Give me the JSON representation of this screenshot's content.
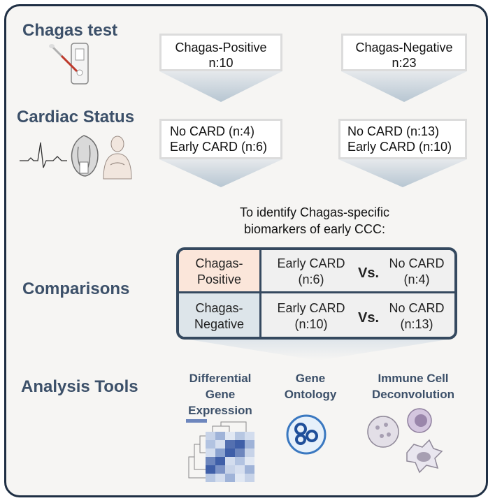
{
  "headings": {
    "chagas_test": "Chagas test",
    "cardiac_status": "Cardiac Status",
    "comparisons": "Comparisons",
    "analysis_tools": "Analysis Tools"
  },
  "groups": {
    "positive": {
      "label": "Chagas-Positive",
      "n": "n:10",
      "no_card": "No CARD (n:4)",
      "early_card": "Early CARD (n:6)"
    },
    "negative": {
      "label": "Chagas-Negative",
      "n": "n:23",
      "no_card": "No CARD (n:13)",
      "early_card": "Early CARD (n:10)"
    }
  },
  "intro": {
    "line1": "To identify Chagas-specific",
    "line2": "biomarkers of early CCC:"
  },
  "comparison_table": {
    "vs": "Vs.",
    "rows": [
      {
        "group_line1": "Chagas-",
        "group_line2": "Positive",
        "a_line1": "Early CARD",
        "a_line2": "(n:6)",
        "b_line1": "No CARD",
        "b_line2": "(n:4)"
      },
      {
        "group_line1": "Chagas-",
        "group_line2": "Negative",
        "a_line1": "Early CARD",
        "a_line2": "(n:10)",
        "b_line1": "No CARD",
        "b_line2": "(n:13)"
      }
    ]
  },
  "tools": {
    "dge": {
      "line1": "Differential",
      "line2": "Gene",
      "line3": "Expression"
    },
    "go": {
      "line1": "Gene",
      "line2": "Ontology"
    },
    "icd": {
      "line1": "Immune Cell",
      "line2": "Deconvolution"
    }
  },
  "icons": [
    "test-swab-icon",
    "ecg-trace-icon",
    "heart-icon",
    "patient-icon",
    "heatmap-icon",
    "gene-ontology-logo-icon",
    "immune-cells-icon"
  ],
  "colors": {
    "frame": "#1f2f44",
    "heading": "#3c5069",
    "positive_cell": "#fbe6da",
    "negative_cell": "#dde5ea",
    "heatmap": "#3f5fa8"
  }
}
